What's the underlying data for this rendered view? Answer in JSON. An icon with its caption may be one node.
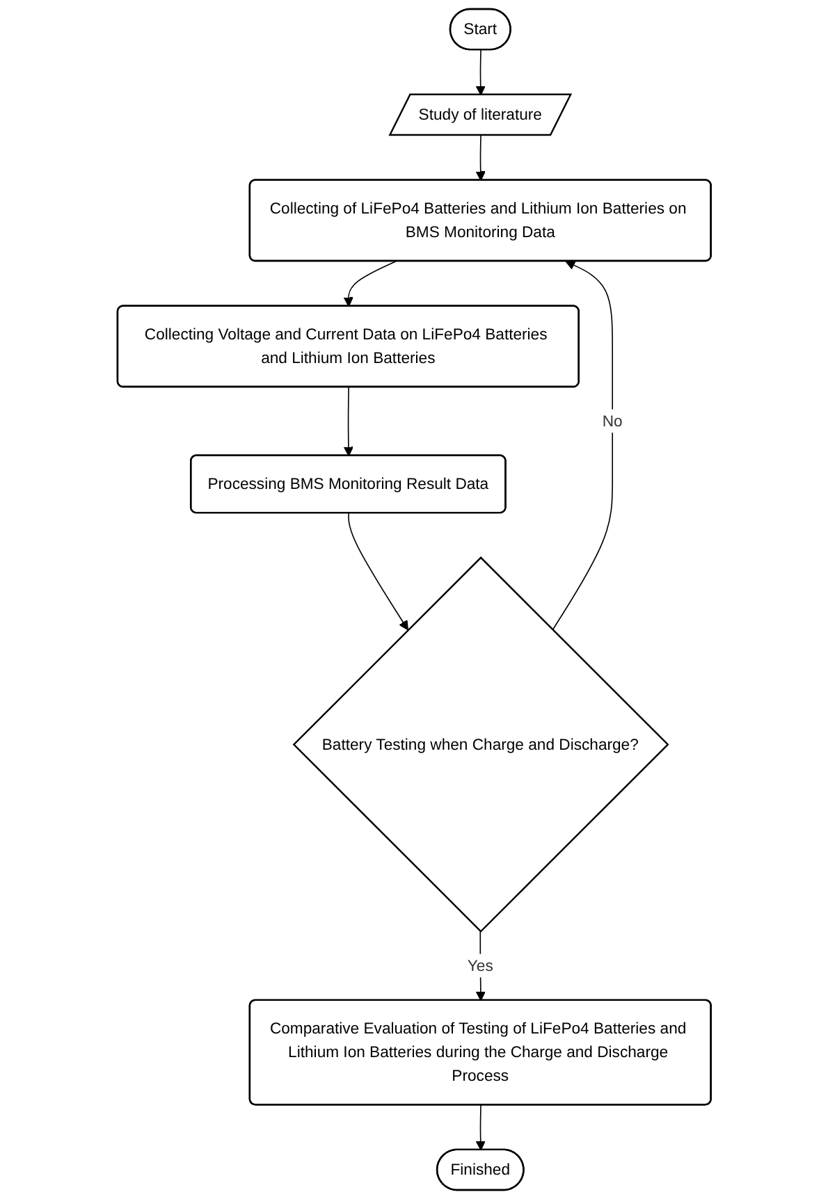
{
  "diagram": {
    "nodes": [
      {
        "text": [
          "Start"
        ]
      },
      {
        "text": [
          "Study of literature"
        ]
      },
      {
        "text": [
          "Collecting of LiFePo4 Batteries and Lithium Ion Batteries on BMS Monitoring Data"
        ]
      },
      {
        "text": [
          "Collecting Voltage and Current Data on LiFePo4 Batteries and Lithium Ion Batteries"
        ]
      },
      {
        "text": [
          "Processing BMS Monitoring Result Data"
        ]
      },
      {
        "text": [
          "Battery Testing when Charge and Discharge?"
        ]
      },
      {
        "text": [
          "Comparative Evaluation of Testing of LiFePo4 Batteries and Lithium Ion Batteries during the Charge and Discharge Process"
        ]
      },
      {
        "text": [
          "Finished"
        ]
      }
    ],
    "edges": [
      {
        "from": 0,
        "to": 1,
        "arrow": "to"
      },
      {
        "from": 1,
        "to": 2,
        "arrow": "to"
      },
      {
        "from": 2,
        "to": 3,
        "arrow": "to"
      },
      {
        "from": 3,
        "to": 4,
        "arrow": "to"
      },
      {
        "from": 4,
        "to": 5,
        "arrow": "to"
      },
      {
        "from": 5,
        "to": 6,
        "arrow": "to",
        "label": "Yes"
      },
      {
        "from": 5,
        "to": 2,
        "arrow": "to",
        "label": "No"
      },
      {
        "from": 6,
        "to": 7,
        "arrow": "to"
      }
    ]
  }
}
